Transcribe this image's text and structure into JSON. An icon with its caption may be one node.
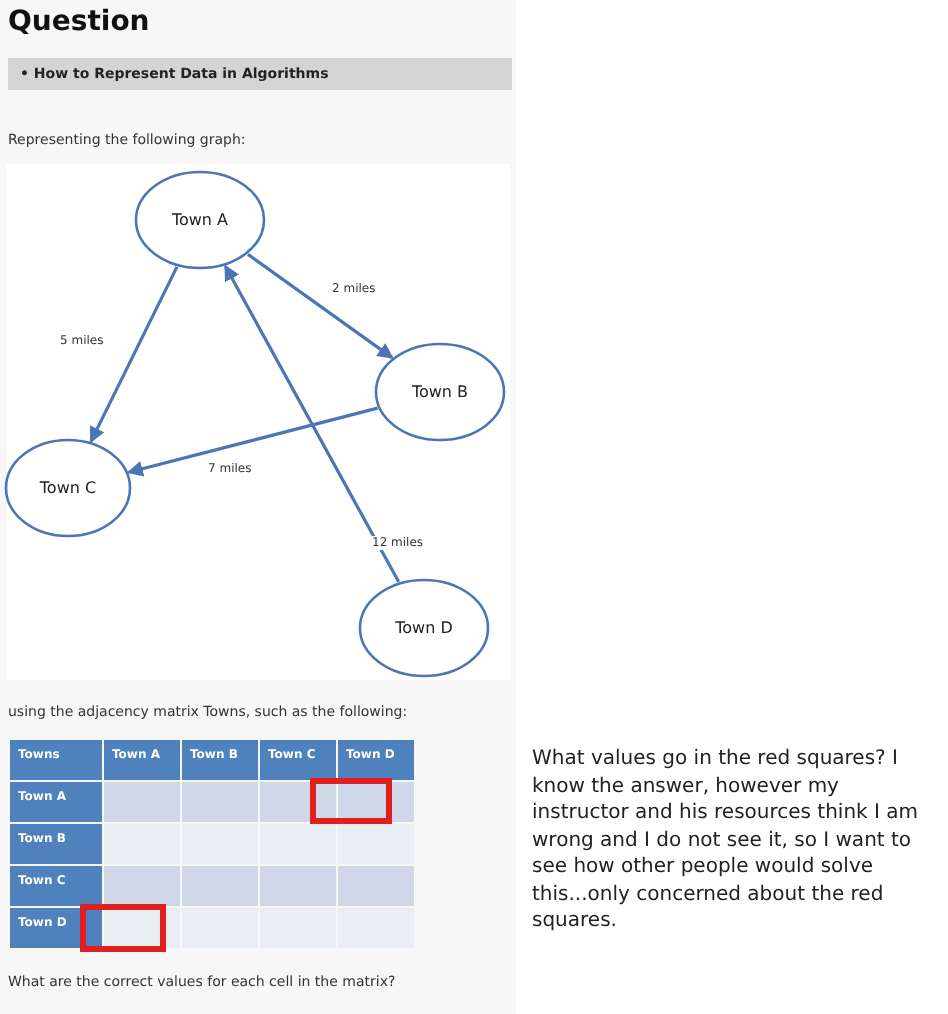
{
  "diagram": {
    "title": "Question",
    "nodes": [
      {
        "text": [
          "Town A"
        ]
      },
      {
        "text": [
          "Town B"
        ]
      },
      {
        "text": [
          "Town C"
        ]
      },
      {
        "text": [
          "Town D"
        ]
      }
    ],
    "edges": [
      {
        "from": 0,
        "to": 1,
        "arrow": "to",
        "label": "2 miles"
      },
      {
        "from": 0,
        "to": 2,
        "arrow": "to",
        "label": "5 miles"
      },
      {
        "from": 1,
        "to": 2,
        "arrow": "to",
        "label": "7 miles"
      },
      {
        "from": 3,
        "to": 0,
        "arrow": "to",
        "label": "12 miles"
      }
    ],
    "labels": [
      "• How to Represent Data in Algorithms",
      "Representing the following graph:",
      "using the adjacency matrix Towns, such as the following:",
      "Towns",
      "Town A",
      "Town B",
      "Town C",
      "Town D",
      "Town A",
      "Town B",
      "Town C",
      "Town D",
      "What are the correct values for each cell in the matrix?",
      "What values go in the red squares? I know the answer, however my instructor and his resources think I am wrong and I do not see it, so I want to see how other people would solve this...only concerned about the red squares."
    ]
  }
}
